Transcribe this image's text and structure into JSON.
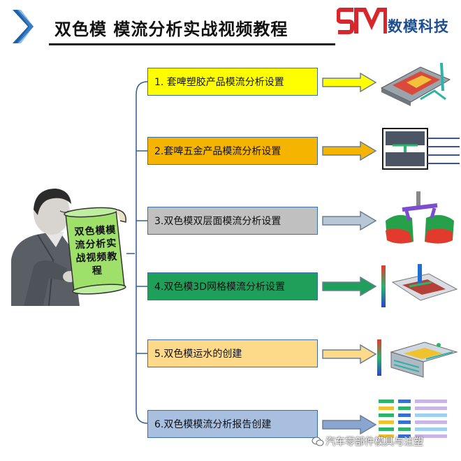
{
  "header": {
    "title": "双色模 模流分析实战视频教程",
    "logo_text": "数模科技"
  },
  "scroll": {
    "text": "双色模模流分析实战视频教程"
  },
  "steps": [
    {
      "label": "1. 套啤塑胶产品模流分析设置",
      "color": "#ffff00",
      "arrow": "#ffff00"
    },
    {
      "label": "2.套啤五金产品模流分析设置",
      "color": "#f5b400",
      "arrow": "#f5b400"
    },
    {
      "label": "3.双色模双层面模流分析设置",
      "color": "#c0c0c0",
      "arrow": "#b8c6d6"
    },
    {
      "label": "4.双色模3D网格模流分析设置",
      "color": "#1fa05a",
      "arrow": "#1fa05a"
    },
    {
      "label": "5.双色模运水的创建",
      "color": "#fdd98a",
      "arrow": "#fdd98a"
    },
    {
      "label": "6.双色模模流分析报告创建",
      "color": "#a9bfe0",
      "arrow": "#8aa6d0"
    }
  ],
  "watermark": "汽车零部件模具与注塑",
  "colors": {
    "logo_red": "#d8262c",
    "logo_blue": "#1d4e8f",
    "connector": "#2f5f8f"
  }
}
